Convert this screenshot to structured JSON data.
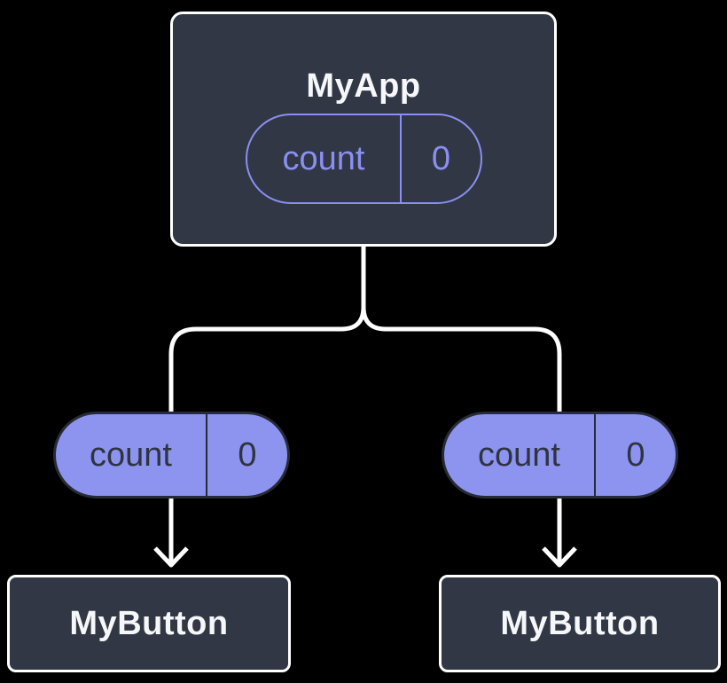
{
  "diagram": {
    "type": "component-tree",
    "colors": {
      "background": "#000000",
      "node_fill": "#313744",
      "node_border": "#ffffff",
      "node_text": "#f6f7f9",
      "accent": "#8a90f2",
      "pill_fill": "#8c94f0",
      "pill_border": "#262b35",
      "pill_text": "#2e3440",
      "connector": "#ffffff"
    },
    "parent": {
      "title": "MyApp",
      "state": {
        "name": "count",
        "value": "0"
      }
    },
    "children": [
      {
        "title": "MyButton",
        "prop": {
          "name": "count",
          "value": "0"
        }
      },
      {
        "title": "MyButton",
        "prop": {
          "name": "count",
          "value": "0"
        }
      }
    ]
  }
}
